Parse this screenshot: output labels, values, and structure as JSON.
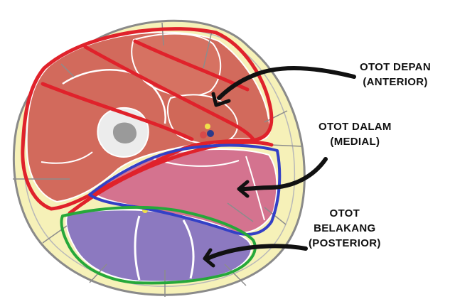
{
  "labels": {
    "anterior": {
      "line1": "OTOT DEPAN",
      "line2": "(ANTERIOR)"
    },
    "medial": {
      "line1": "OTOT DALAM",
      "line2": "(MEDIAL)"
    },
    "posterior": {
      "line1": "OTOT",
      "line2": "BELAKANG",
      "line3": "(POSTERIOR)"
    }
  },
  "colors": {
    "skin_fat": "#f6f1b8",
    "anterior_muscle": "#d26a5c",
    "medial_muscle": "#d4738f",
    "posterior_muscle": "#8c79c0",
    "bone": "#ececec",
    "marrow": "#9a9a9a",
    "anterior_outline": "#e0222b",
    "medial_outline": "#3340c6",
    "posterior_outline": "#26a83a",
    "arrow": "#111111"
  }
}
